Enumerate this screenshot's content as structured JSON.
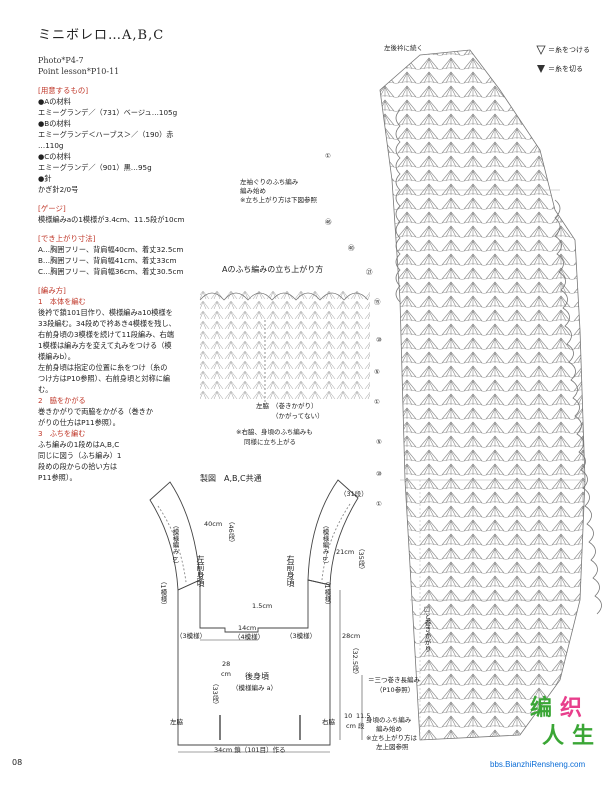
{
  "title": "ミニボレロ…A,B,C",
  "photo": "Photo*P4-7",
  "lesson": "Point lesson*P10-11",
  "materials": {
    "head": "[用意するもの]",
    "lines": [
      "●Aの材料",
      "エミーグランデ／（731）ベージュ…105g",
      "●Bの材料",
      "エミーグランデ＜ハーブス＞／（190）赤",
      "…110g",
      "●Cの材料",
      "エミーグランデ／（901）黒…95g",
      "●針",
      "かぎ針2/0号"
    ]
  },
  "gauge": {
    "head": "[ゲージ]",
    "lines": [
      "模様編みaの1模様が3.4cm、11.5段が10cm"
    ]
  },
  "size": {
    "head": "[でき上がり寸法]",
    "lines": [
      "A…胸囲フリー、背肩幅40cm、着丈32.5cm",
      "B…胸囲フリー、背肩幅41cm、着丈33cm",
      "C…胸囲フリー、背肩幅36cm、着丈30.5cm"
    ]
  },
  "method": {
    "head": "[編み方]",
    "lines": [
      "1　本体を編む",
      "後衿で鎖101目作り、模様編みa10模様を",
      "33段編む。34段めで衿あき4模様を残し、",
      "右前身頃の3模様を続けて11段編み、右端",
      "1模様は編み方を変えて丸みをつける（模",
      "様編みb）。",
      "左前身頃は指定の位置に糸をつけ（糸の",
      "つけ方はP10参照）、右前身頃と対称に編",
      "む。",
      "2　脇をかがる",
      "巻きかがりで両脇をかがる（巻きか",
      "がりの仕方はP11参照）。",
      "3　ふちを編む",
      "ふち編みの1段めはA,B,C",
      "同じに図う（ふち編み）1",
      "段めの段からの拾い方は",
      "P11参照）。"
    ]
  },
  "edging_diagram": {
    "title": "Aのふち編みの立ち上がり方",
    "note1": "左脇",
    "note2": "（巻きかがり）",
    "note3": "（かがってない）",
    "note4": "※右脇、身頃のふち編みも",
    "note5": "同様に立ち上がる"
  },
  "schematic": {
    "title": "製図　A,B,C共通",
    "left_front": "左前身頃",
    "right_front": "右前身頃",
    "back": "後身頃",
    "back_pattern": "（模様編み a）",
    "pattern_b": "（模様編み b）",
    "dim_40cm": "40cm",
    "dim_46": "（46段）",
    "dim_31": "（31段）",
    "dim_21cm": "21cm",
    "dim_35": "（35段）",
    "dim_15cm": "1.5cm",
    "dim_14cm": "14cm",
    "dim_4m": "（4模様）",
    "dim_3m_l": "（3模様）",
    "dim_3m_r": "（3模様）",
    "dim_1m_l": "（1模様）",
    "dim_1m_r": "（1模様）",
    "dim_28cm": "28cm",
    "dim_325": "（32.5段）",
    "dim_28c": "28",
    "dim_cm": "cm",
    "dim_33": "（33段）",
    "dim_10": "10",
    "dim_115": "11.5",
    "dim_dan": "段",
    "side_l": "左脇",
    "side_r": "右脇",
    "bottom": "34cm 鎖（101目）作る"
  },
  "chart_labels": {
    "left_back_yarn": "左後衿に続く",
    "left_sleeve_1": "左袖ぐりのふち編み",
    "left_sleeve_2": "編み始め",
    "left_sleeve_3": "※立ち上がり方は下図参照",
    "row_1": "①",
    "row_46": "㊻",
    "row_40": "㊵",
    "row_21": "㉑",
    "row_15": "⑮",
    "row_10": "⑩",
    "row_5": "⑤",
    "row_1b": "①",
    "row_5b": "⑤",
    "row_10b": "⑩",
    "row_1c": "①",
    "to_sew_1": "□と巻きかがり",
    "triple_1": "＝三つ巻き長編み",
    "triple_2": "（P10参照）",
    "edge_1": "身頃のふち編み",
    "edge_2": "編み始め",
    "edge_3": "※立ち上がり方は",
    "edge_4": "左上図参照"
  },
  "legend": {
    "attach": "＝糸をつける",
    "cut": "＝糸を切る"
  },
  "page_number": "08",
  "site": "bbs.BianzhiRensheng.com",
  "logo": [
    "编",
    "织",
    "人",
    "生"
  ],
  "colors": {
    "accent": "#c0392b",
    "chart_line": "#777777",
    "logo_green": "#3aa635",
    "logo_pink": "#e83e8c",
    "link_blue": "#0a6cd6"
  }
}
